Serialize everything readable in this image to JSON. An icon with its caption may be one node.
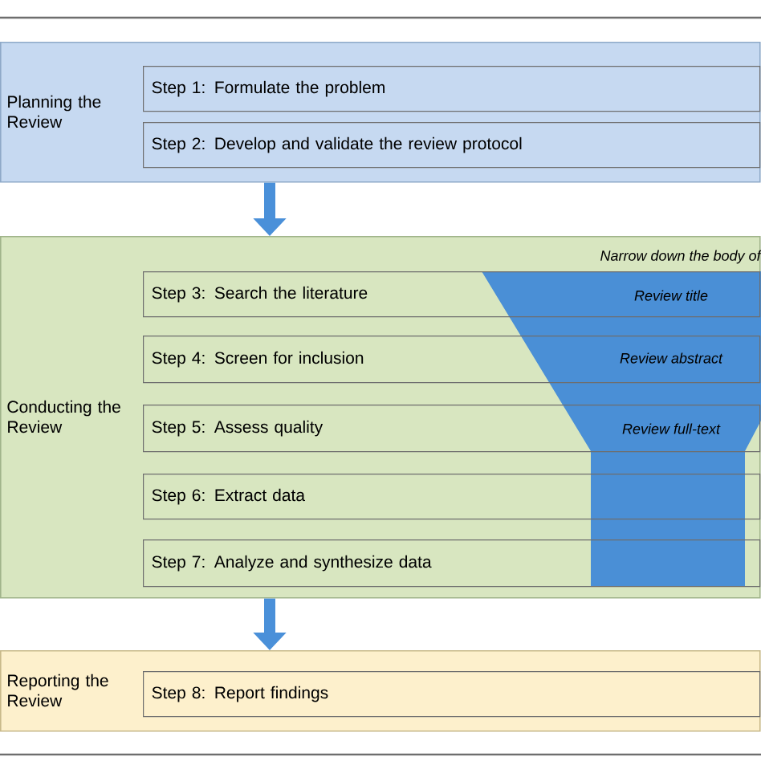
{
  "diagram": {
    "nodes": [
      {
        "text": [
          "Planning the Review"
        ]
      },
      {
        "text": [
          "Step 1: Formulate the problem"
        ],
        "in": 0
      },
      {
        "text": [
          "Step 2: Develop and validate the review protocol"
        ],
        "in": 0
      },
      {
        "text": [
          "Conducting the Review"
        ]
      },
      {
        "text": [
          "Step 3: Search the literature"
        ],
        "in": 3
      },
      {
        "text": [
          "Step 4: Screen for inclusion"
        ],
        "in": 3
      },
      {
        "text": [
          "Step 5: Assess quality"
        ],
        "in": 3
      },
      {
        "text": [
          "Step 6: Extract data"
        ],
        "in": 3
      },
      {
        "text": [
          "Step 7: Analyze and synthesize data"
        ],
        "in": 3
      },
      {
        "text": [
          "Reporting the Review"
        ]
      },
      {
        "text": [
          "Step 8: Report findings"
        ],
        "in": 9
      }
    ],
    "edges": [
      {
        "from": 0,
        "to": 3,
        "arrow": "to"
      },
      {
        "from": 3,
        "to": 9,
        "arrow": "to"
      }
    ],
    "labels": [
      "Narrow down the body of",
      "Review title",
      "Review abstract",
      "Review full-text"
    ]
  }
}
